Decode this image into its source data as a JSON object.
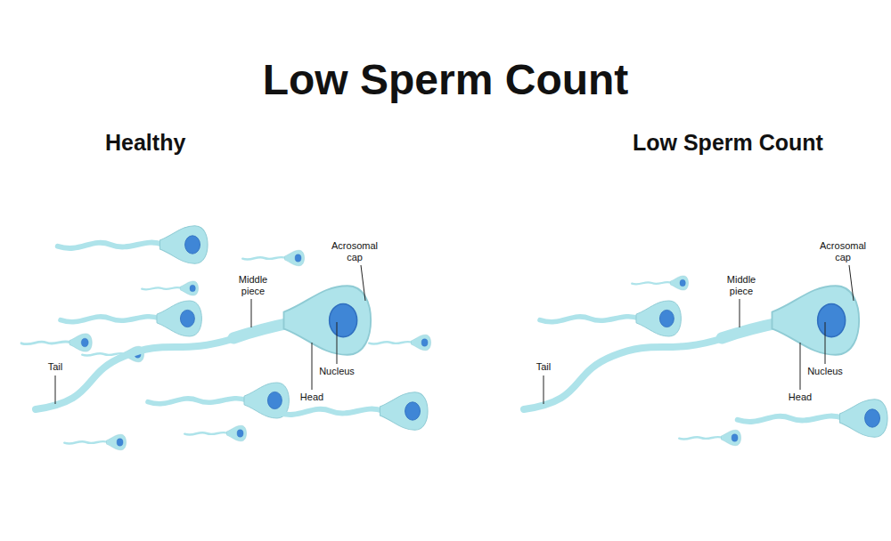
{
  "diagram": {
    "title": "Low Sperm Count",
    "labels": [
      "Healthy",
      "Low Sperm Count",
      "Acrosomal cap",
      "Middle piece",
      "Tail",
      "Nucleus",
      "Head",
      "Acrosomal cap",
      "Middle piece",
      "Tail",
      "Nucleus",
      "Head"
    ]
  }
}
